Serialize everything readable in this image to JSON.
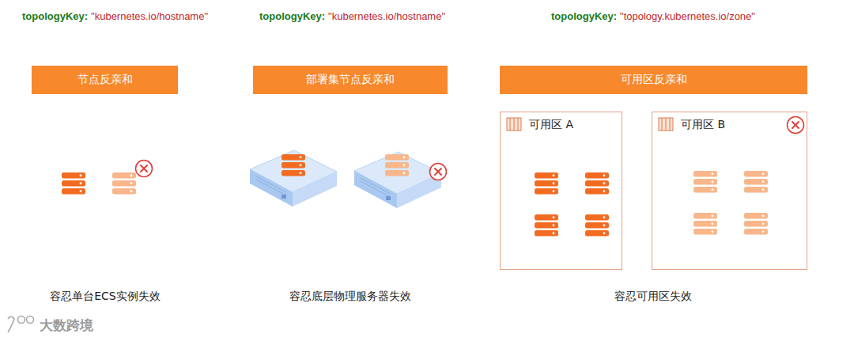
{
  "diagram": {
    "nodes": [
      {
        "text": [
          "节点反亲和"
        ]
      },
      {
        "text": [
          "部署集节点反亲和"
        ]
      },
      {
        "text": [
          "可用区反亲和"
        ]
      },
      {
        "text": [
          "可用区 A"
        ]
      },
      {
        "text": [
          "可用区 B"
        ]
      }
    ],
    "labels": [
      "topologyKey:",
      "\"kubernetes.io/hostname\"",
      "topologyKey:",
      "\"kubernetes.io/hostname\"",
      "topologyKey:",
      "\"topology.kubernetes.io/zone\"",
      "容忍单台ECS实例失效",
      "容忍底层物理服务器失效",
      "容忍可用区失效",
      "大数跨境"
    ]
  }
}
